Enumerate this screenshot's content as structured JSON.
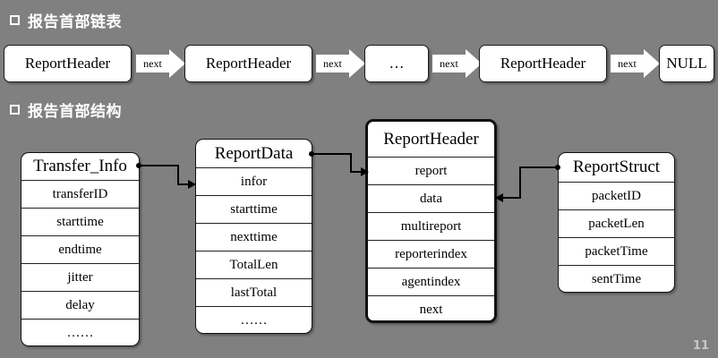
{
  "slide": {
    "background_color": "#808080",
    "page_number": "11"
  },
  "sections": [
    {
      "bullet": "hollow-square",
      "title": "报告首部链表"
    },
    {
      "bullet": "hollow-square",
      "title": "报告首部结构"
    }
  ],
  "linked_list": {
    "nodes": [
      {
        "label": "ReportHeader"
      },
      {
        "label": "ReportHeader"
      },
      {
        "label": "…"
      },
      {
        "label": "ReportHeader"
      },
      {
        "label": "NULL"
      }
    ],
    "arrows": [
      {
        "label": "next"
      },
      {
        "label": "next"
      },
      {
        "label": "next"
      },
      {
        "label": "next"
      }
    ]
  },
  "structs": {
    "transfer_info": {
      "title": "Transfer_Info",
      "fields": [
        "transferID",
        "starttime",
        "endtime",
        "jitter",
        "delay",
        "……"
      ]
    },
    "report_data": {
      "title": "ReportData",
      "fields": [
        "infor",
        "starttime",
        "nexttime",
        "TotalLen",
        "lastTotal",
        "……"
      ]
    },
    "report_header": {
      "title": "ReportHeader",
      "fields": [
        "report",
        "data",
        "multireport",
        "reporterindex",
        "agentindex",
        "next"
      ]
    },
    "report_struct": {
      "title": "ReportStruct",
      "fields": [
        "packetID",
        "packetLen",
        "packetTime",
        "sentTime"
      ]
    }
  },
  "connections": [
    {
      "from": "Transfer_Info",
      "to": "ReportData.infor",
      "direction": "right"
    },
    {
      "from": "ReportData",
      "to": "ReportHeader.report",
      "direction": "right"
    },
    {
      "from": "ReportStruct",
      "to": "ReportHeader.data",
      "direction": "left"
    }
  ]
}
